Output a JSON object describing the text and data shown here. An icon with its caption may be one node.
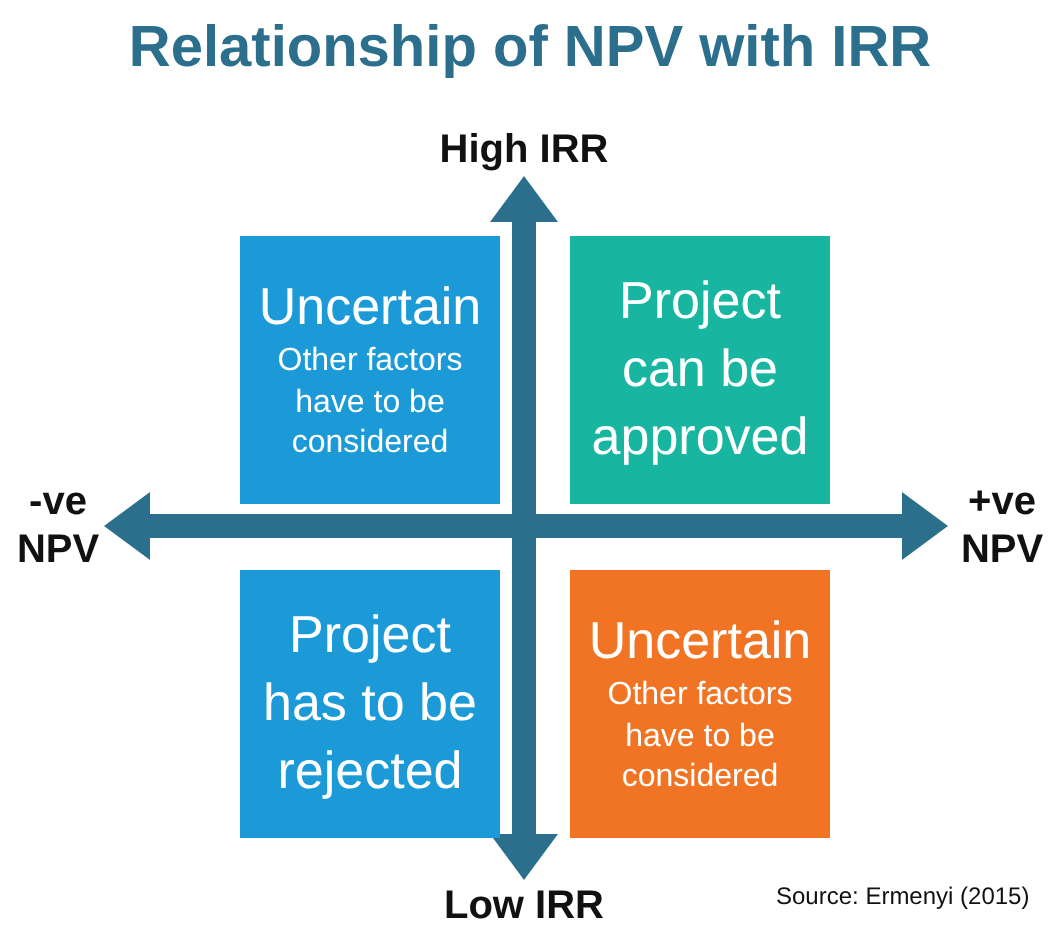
{
  "diagram": {
    "title": "Relationship of NPV with IRR",
    "nodes": [
      {
        "text": [
          "Uncertain",
          "Other factors have to be considered"
        ]
      },
      {
        "text": [
          "Project can be approved"
        ]
      },
      {
        "text": [
          "Project has to be rejected"
        ]
      },
      {
        "text": [
          "Uncertain",
          "Other factors have to be considered"
        ]
      },
      {
        "text": [
          "High IRR"
        ]
      },
      {
        "text": [
          "-ve NPV"
        ]
      },
      {
        "text": [
          "+ve NPV"
        ]
      },
      {
        "text": [
          "Low IRR"
        ]
      }
    ],
    "edges": [
      {
        "from": 4,
        "to": 7,
        "arrow": "both"
      },
      {
        "from": 5,
        "to": 6,
        "arrow": "both"
      }
    ],
    "labels": [
      "Source: Ermenyi (2015)"
    ]
  }
}
